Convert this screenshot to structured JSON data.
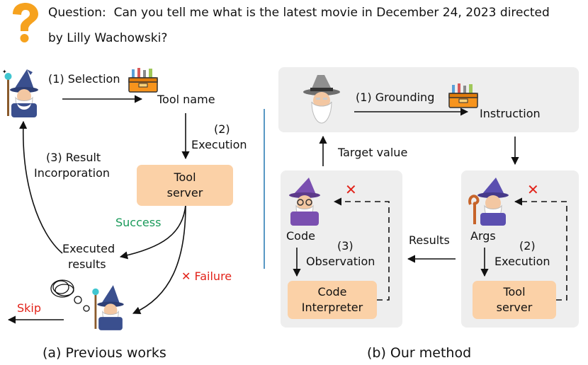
{
  "question": {
    "label": "Question:",
    "line1": "Can you tell me what is the latest movie in December 24, 2023 directed",
    "line2": "by Lilly Wachowski?"
  },
  "previous": {
    "selection": "(1) Selection",
    "tool_name": "Tool name",
    "execution_num": "(2)",
    "execution": "Execution",
    "result_num": "(3) Result",
    "incorporation": "Incorporation",
    "tool_line1": "Tool",
    "tool_line2": "server",
    "success": "Success",
    "executed_line1": "Executed",
    "executed_line2": "results",
    "failure": "Failure",
    "skip": "Skip",
    "caption": "(a) Previous works"
  },
  "ours": {
    "grounding": "(1) Grounding",
    "instruction": "Instruction",
    "target_value": "Target value",
    "code": "Code",
    "observation_num": "(3)",
    "observation": "Observation",
    "interpreter_line1": "Code",
    "interpreter_line2": "Interpreter",
    "results": "Results",
    "args": "Args",
    "execution_num": "(2)",
    "execution": "Execution",
    "tool_line1": "Tool",
    "tool_line2": "server",
    "caption": "(b) Our method"
  },
  "colors": {
    "box_fill": "#fbd1a7",
    "panel_fill": "#eeeeee",
    "success": "#1a9a5a",
    "failure": "#e2231a",
    "divider": "#2f7fb5"
  },
  "icons": [
    "question-icon",
    "wizard-icon",
    "toolbox-icon",
    "thinker-icon",
    "failure-x-icon",
    "scribble-icon"
  ]
}
